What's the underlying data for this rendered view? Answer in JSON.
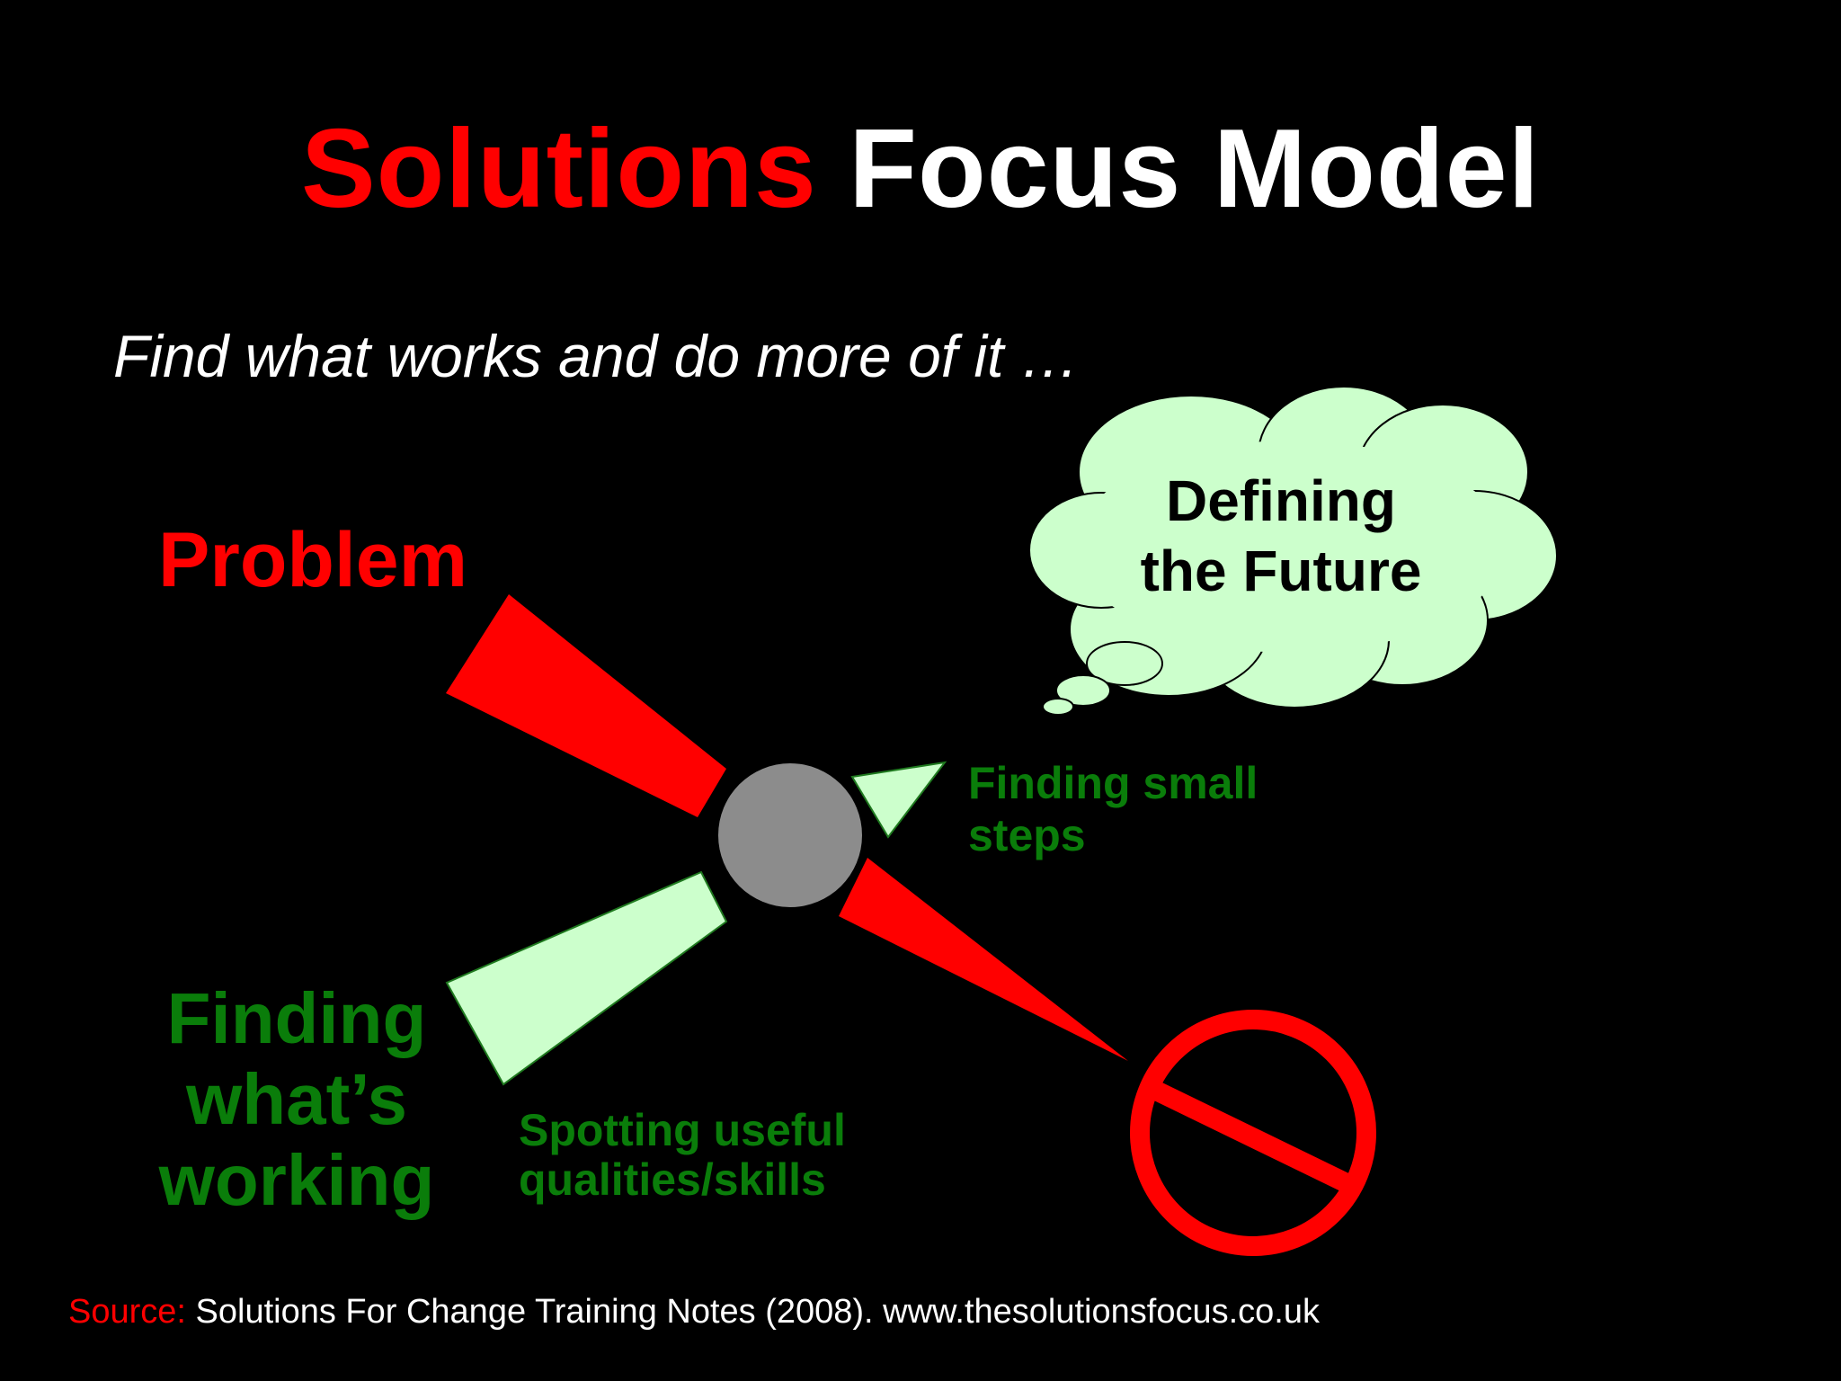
{
  "title": {
    "part1": "Solutions",
    "part2": "Focus Model"
  },
  "subtitle": "Find what works and do more of it …",
  "labels": {
    "problem": "Problem",
    "finding_whats_working": [
      "Finding",
      "what’s",
      "working"
    ],
    "finding_small_steps": [
      "Finding small",
      "steps"
    ],
    "spotting": [
      "Spotting useful",
      "qualities/skills"
    ],
    "defining_future": [
      "Defining",
      "the Future"
    ]
  },
  "source": {
    "label": "Source:",
    "text": "Solutions For Change Training Notes (2008). www.thesolutionsfocus.co.uk"
  },
  "colors": {
    "background": "#000000",
    "red": "#ff0000",
    "green_text": "#0a7d0a",
    "pale_green": "#ccffcc",
    "hub_gray": "#8c8c8c",
    "white": "#ffffff"
  },
  "icons": {
    "no_entry": "prohibition-sign-icon",
    "cloud": "thought-cloud-icon"
  }
}
